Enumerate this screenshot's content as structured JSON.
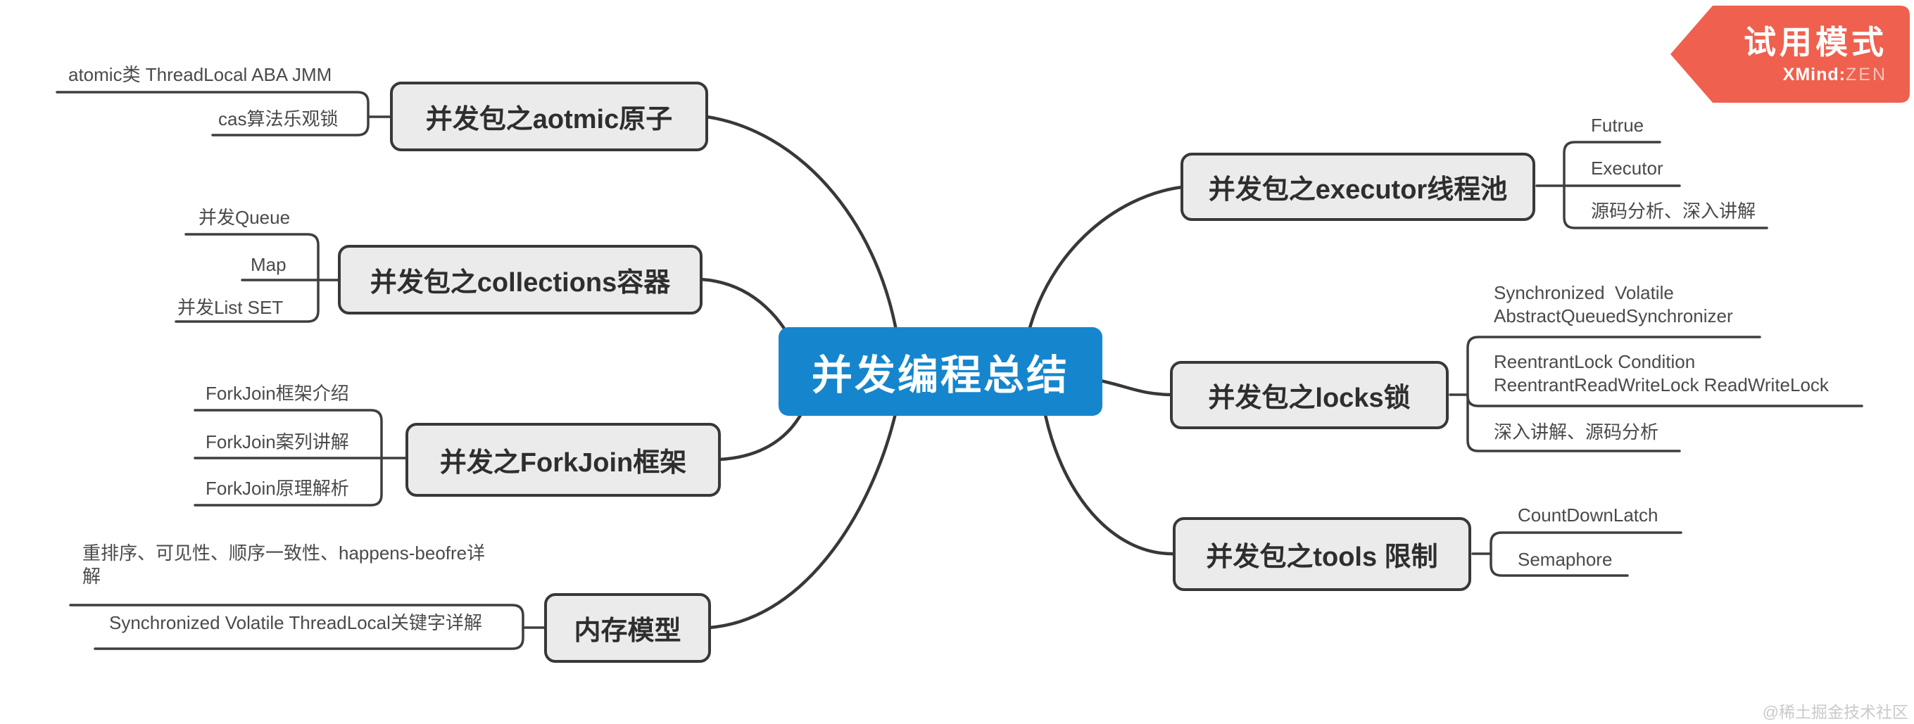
{
  "app": {
    "badge": {
      "title": "试用模式",
      "brand_bold": "XMind",
      "brand_sep": ":",
      "brand_light": "ZEN",
      "bg_color": "#ef604e"
    },
    "watermark": "@稀土掘金技术社区"
  },
  "mindmap": {
    "root": {
      "label": "并发编程总结",
      "bg_color": "#1586cd",
      "text_color": "#ffffff"
    },
    "style": {
      "branch_fill": "#ebebeb",
      "branch_border": "#383838",
      "line_color": "#3e3e3e",
      "canvas_bg": "#ffffff"
    },
    "branches": [
      {
        "label": "并发包之aotmic原子",
        "children": [
          "atomic类 ThreadLocal ABA JMM",
          "cas算法乐观锁"
        ]
      },
      {
        "label": "并发包之collections容器",
        "children": [
          "并发Queue",
          "Map",
          "并发List SET"
        ]
      },
      {
        "label": "并发之ForkJoin框架",
        "children": [
          "ForkJoin框架介绍",
          "ForkJoin案列讲解",
          "ForkJoin原理解析"
        ]
      },
      {
        "label": "内存模型",
        "children": [
          "重排序、可见性、顺序一致性、happens-beofre详\n解",
          "Synchronized Volatile ThreadLocal关键字详解"
        ]
      },
      {
        "label": "并发包之executor线程池",
        "children": [
          "Futrue",
          "Executor",
          "源码分析、深入讲解"
        ]
      },
      {
        "label": "并发包之locks锁",
        "children": [
          "Synchronized  Volatile\nAbstractQueuedSynchronizer",
          "ReentrantLock Condition\nReentrantReadWriteLock ReadWriteLock",
          "深入讲解、源码分析"
        ]
      },
      {
        "label": "并发包之tools 限制",
        "children": [
          "CountDownLatch",
          "Semaphore"
        ]
      }
    ]
  }
}
